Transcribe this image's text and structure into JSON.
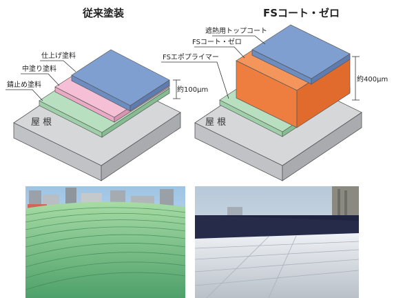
{
  "left": {
    "title": "従来塗装",
    "layers": [
      "仕上げ塗料",
      "中塗り塗料",
      "錆止め塗料"
    ],
    "roof_label": "屋 根",
    "thickness": "約100μm"
  },
  "right": {
    "title": "FSコート・ゼロ",
    "layers": [
      "遮熱用トップコート",
      "FSコート・ゼロ",
      "FSエポプライマー"
    ],
    "roof_label": "屋 根",
    "thickness": "約400μm"
  },
  "photos": [
    "green-metal-roof-photo",
    "white-coated-roof-photo"
  ],
  "colors": {
    "roof_top": "#d6d7d9",
    "roof_front": "#c0c2c5",
    "roof_side": "#a9abae",
    "primer": "#b9dfc1",
    "pink": "#f5bfd6",
    "blue": "#7f9fd1",
    "orange": "#ee7e3f"
  }
}
